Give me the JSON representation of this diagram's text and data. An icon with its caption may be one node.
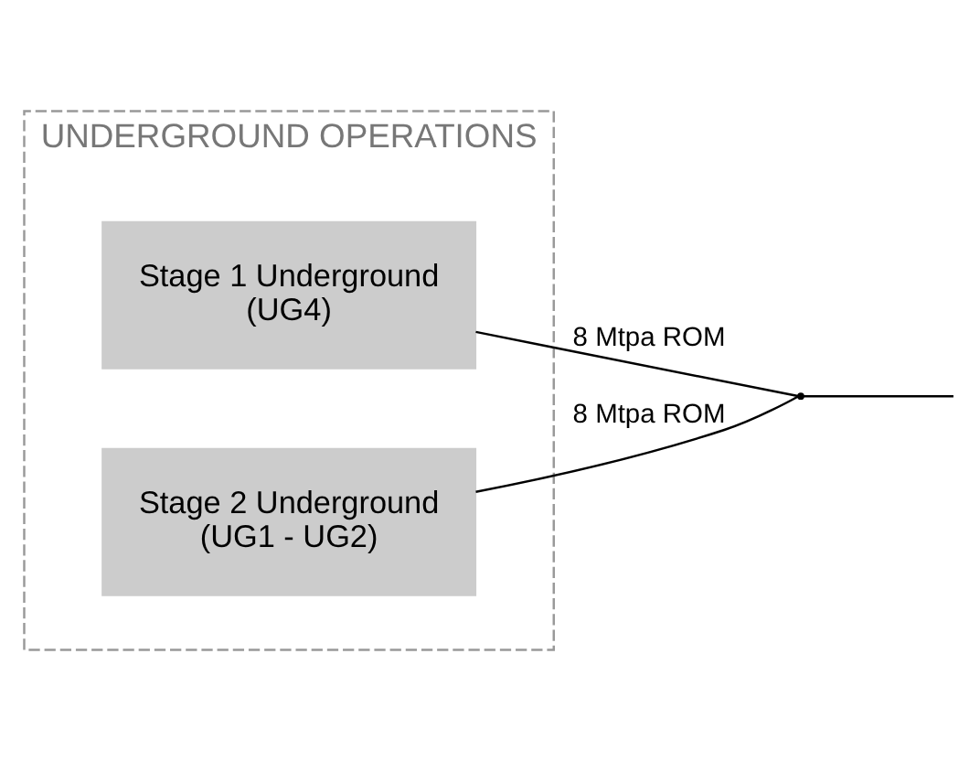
{
  "diagram": {
    "nodes": [
      {
        "text": [
          "UNDERGROUND OPERATIONS"
        ]
      },
      {
        "text": [
          "Stage 1 Underground",
          "(UG4)"
        ],
        "in": 0
      },
      {
        "text": [
          "Stage 2 Underground",
          "(UG1 - UG2)"
        ],
        "in": 0
      },
      {
        "text": [],
        "shape": "point"
      }
    ],
    "edges": [
      {
        "from": 1,
        "to": 3,
        "arrow": "none",
        "label": "8 Mtpa ROM"
      },
      {
        "from": 2,
        "to": 3,
        "arrow": "none",
        "label": "8 Mtpa ROM"
      },
      {
        "from": 3,
        "to": null,
        "arrow": "none"
      }
    ]
  }
}
